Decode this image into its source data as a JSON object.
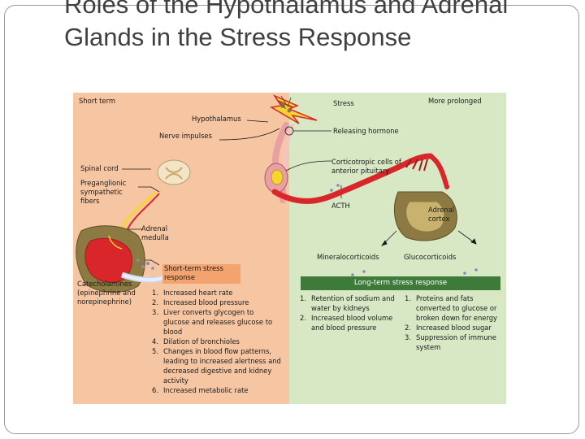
{
  "slide": {
    "title": "Roles of the Hypothalamus and Adrenal Glands in the Stress Response"
  },
  "colors": {
    "left_panel": "#f6c6a3",
    "right_panel": "#d8e8c5",
    "short_term_box": "#f3a46e",
    "long_term_bar": "#3e7b3a",
    "nerve_red": "#d8262a",
    "hormone_yellow": "#f7d431",
    "gland_pink": "#e9a0a4",
    "gland_olive": "#8c7a42"
  },
  "figure": {
    "labels": {
      "short_term": "Short term",
      "more_prolonged": "More prolonged",
      "stress": "Stress",
      "hypothalamus": "Hypothalamus",
      "nerve_impulses": "Nerve impulses",
      "releasing_hormone": "Releasing hormone",
      "spinal_cord": "Spinal cord",
      "corticotropic_cells": "Corticotropic cells of anterior pituitary",
      "preganglionic_fibers": "Preganglionic sympathetic fibers",
      "acth": "ACTH",
      "adrenal_cortex": "Adrenal cortex",
      "adrenal_medulla": "Adrenal medulla",
      "mineralocorticoids": "Mineralocorticoids",
      "glucocorticoids": "Glucocorticoids",
      "catecholamines": "Catecholamines (epinephrine and norepinephrine)"
    },
    "short_term_response": {
      "heading": "Short-term stress response",
      "items": [
        {
          "num": "1.",
          "text": "Increased heart rate"
        },
        {
          "num": "2.",
          "text": "Increased blood pressure"
        },
        {
          "num": "3.",
          "text": "Liver converts glycogen to glucose and releases glucose to blood"
        },
        {
          "num": "4.",
          "text": "Dilation of bronchioles"
        },
        {
          "num": "5.",
          "text": "Changes in blood flow patterns, leading to increased alertness and decreased digestive and kidney activity"
        },
        {
          "num": "6.",
          "text": "Increased metabolic rate"
        }
      ]
    },
    "long_term_response": {
      "heading": "Long-term stress response",
      "mineralocorticoid_effects": [
        {
          "num": "1.",
          "text": "Retention of sodium and water by kidneys"
        },
        {
          "num": "2.",
          "text": "Increased blood volume and blood pressure"
        }
      ],
      "glucocorticoid_effects": [
        {
          "num": "1.",
          "text": "Proteins and fats converted to glucose or broken down for energy"
        },
        {
          "num": "2.",
          "text": "Increased blood sugar"
        },
        {
          "num": "3.",
          "text": "Suppression of immune system"
        }
      ]
    }
  }
}
